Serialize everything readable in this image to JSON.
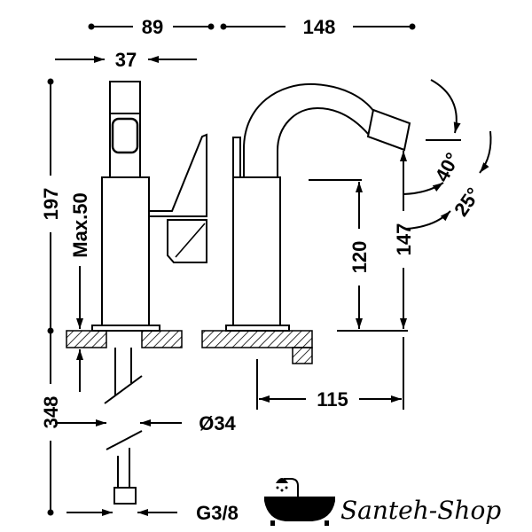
{
  "dimensions": {
    "handle_width": "89",
    "spout_width": "148",
    "lever_width": "37",
    "total_height": "197",
    "max_deck_thickness": "Max.50",
    "below_deck_length": "348",
    "body_height": "120",
    "spout_height": "147",
    "spout_angle_up": "40°",
    "spout_angle_down": "25°",
    "spout_reach": "115",
    "pipe_diameter": "Ø34",
    "thread_size": "G3/8"
  },
  "logo": {
    "text": "Santeh-Shop",
    "icon": "bathtub-icon"
  },
  "colors": {
    "line": "#000000",
    "background": "#ffffff"
  }
}
